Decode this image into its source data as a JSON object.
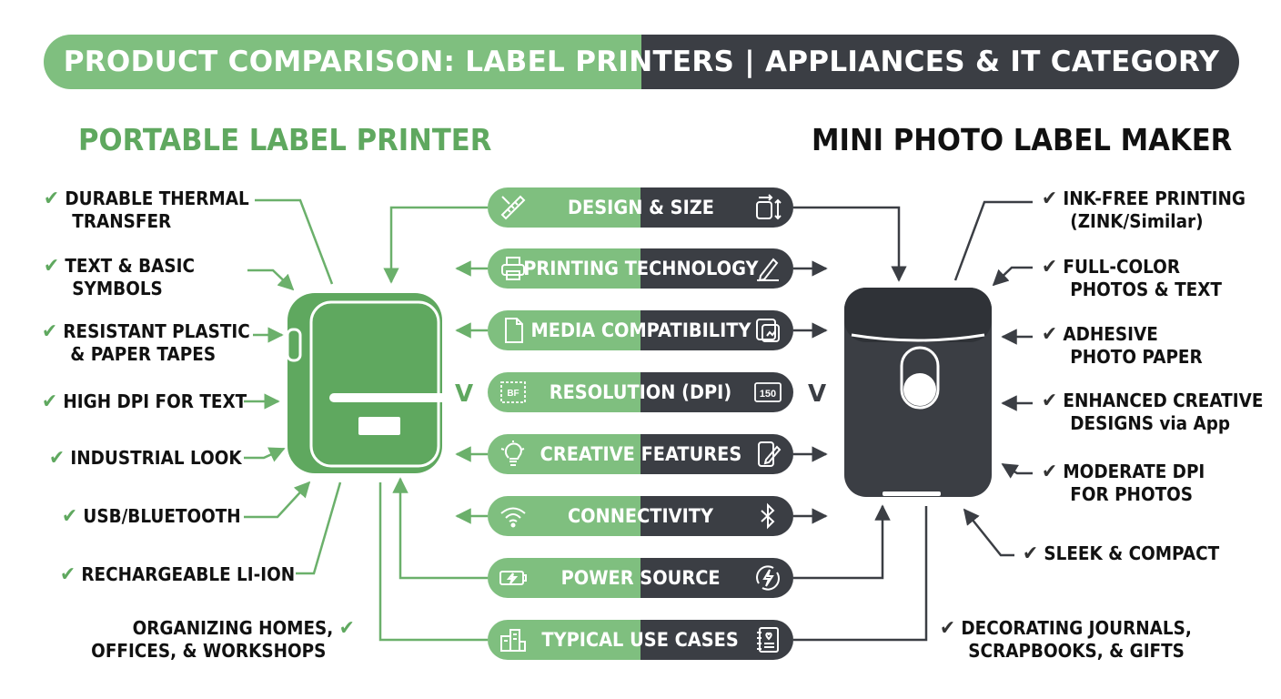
{
  "title": "PRODUCT COMPARISON: LABEL PRINTERS | APPLIANCES & IT CATEGORY",
  "left_product": {
    "name": "PORTABLE LABEL PRINTER",
    "features": [
      {
        "lines": [
          "DURABLE THERMAL",
          "TRANSFER"
        ]
      },
      {
        "lines": [
          "TEXT & BASIC",
          "SYMBOLS"
        ]
      },
      {
        "lines": [
          "RESISTANT PLASTIC",
          "& PAPER TAPES"
        ]
      },
      {
        "lines": [
          "HIGH DPI FOR TEXT"
        ]
      },
      {
        "lines": [
          "INDUSTRIAL LOOK"
        ]
      },
      {
        "lines": [
          "USB/BLUETOOTH"
        ]
      },
      {
        "lines": [
          "RECHARGEABLE LI-ION"
        ]
      },
      {
        "lines": [
          "ORGANIZING HOMES,",
          "OFFICES, & WORKSHOPS"
        ]
      }
    ]
  },
  "right_product": {
    "name": "MINI PHOTO LABEL MAKER",
    "features": [
      {
        "lines": [
          "INK-FREE PRINTING",
          "(ZINK/Similar)"
        ]
      },
      {
        "lines": [
          "FULL-COLOR",
          "PHOTOS & TEXT"
        ]
      },
      {
        "lines": [
          "ADHESIVE",
          "PHOTO PAPER"
        ]
      },
      {
        "lines": [
          "ENHANCED CREATIVE",
          "DESIGNS via App"
        ]
      },
      {
        "lines": [
          "MODERATE DPI",
          "FOR PHOTOS"
        ]
      },
      {
        "lines": [
          "SLEEK & COMPACT"
        ]
      },
      {
        "lines": [
          "DECORATING JOURNALS,",
          "SCRAPBOOKS, & GIFTS"
        ]
      }
    ]
  },
  "categories": [
    {
      "label": "DESIGN & SIZE",
      "icon_left": "ruler-pencil-icon",
      "icon_right": "resize-icon"
    },
    {
      "label": "PRINTING TECHNOLOGY",
      "icon_left": "printer-icon",
      "icon_right": "pen-icon"
    },
    {
      "label": "MEDIA COMPATIBILITY",
      "icon_left": "document-icon",
      "icon_right": "photo-sticker-icon"
    },
    {
      "label": "RESOLUTION (DPI)",
      "icon_left": "dpi-grid-icon",
      "icon_right": "dpi-150-icon"
    },
    {
      "label": "CREATIVE FEATURES",
      "icon_left": "lightbulb-icon",
      "icon_right": "phone-edit-icon"
    },
    {
      "label": "CONNECTIVITY",
      "icon_left": "wifi-icon",
      "icon_right": "bluetooth-icon"
    },
    {
      "label": "POWER SOURCE",
      "icon_left": "battery-icon",
      "icon_right": "charge-icon"
    },
    {
      "label": "TYPICAL USE CASES",
      "icon_left": "building-icon",
      "icon_right": "notebook-heart-icon"
    }
  ],
  "dpi_icon_text": {
    "left": "BF",
    "right": "150"
  },
  "vs_marks": {
    "left": "V",
    "right": "V"
  },
  "colors": {
    "green": "#5fa85f",
    "light_green": "#7fbf7f",
    "dark": "#3b3e44"
  }
}
